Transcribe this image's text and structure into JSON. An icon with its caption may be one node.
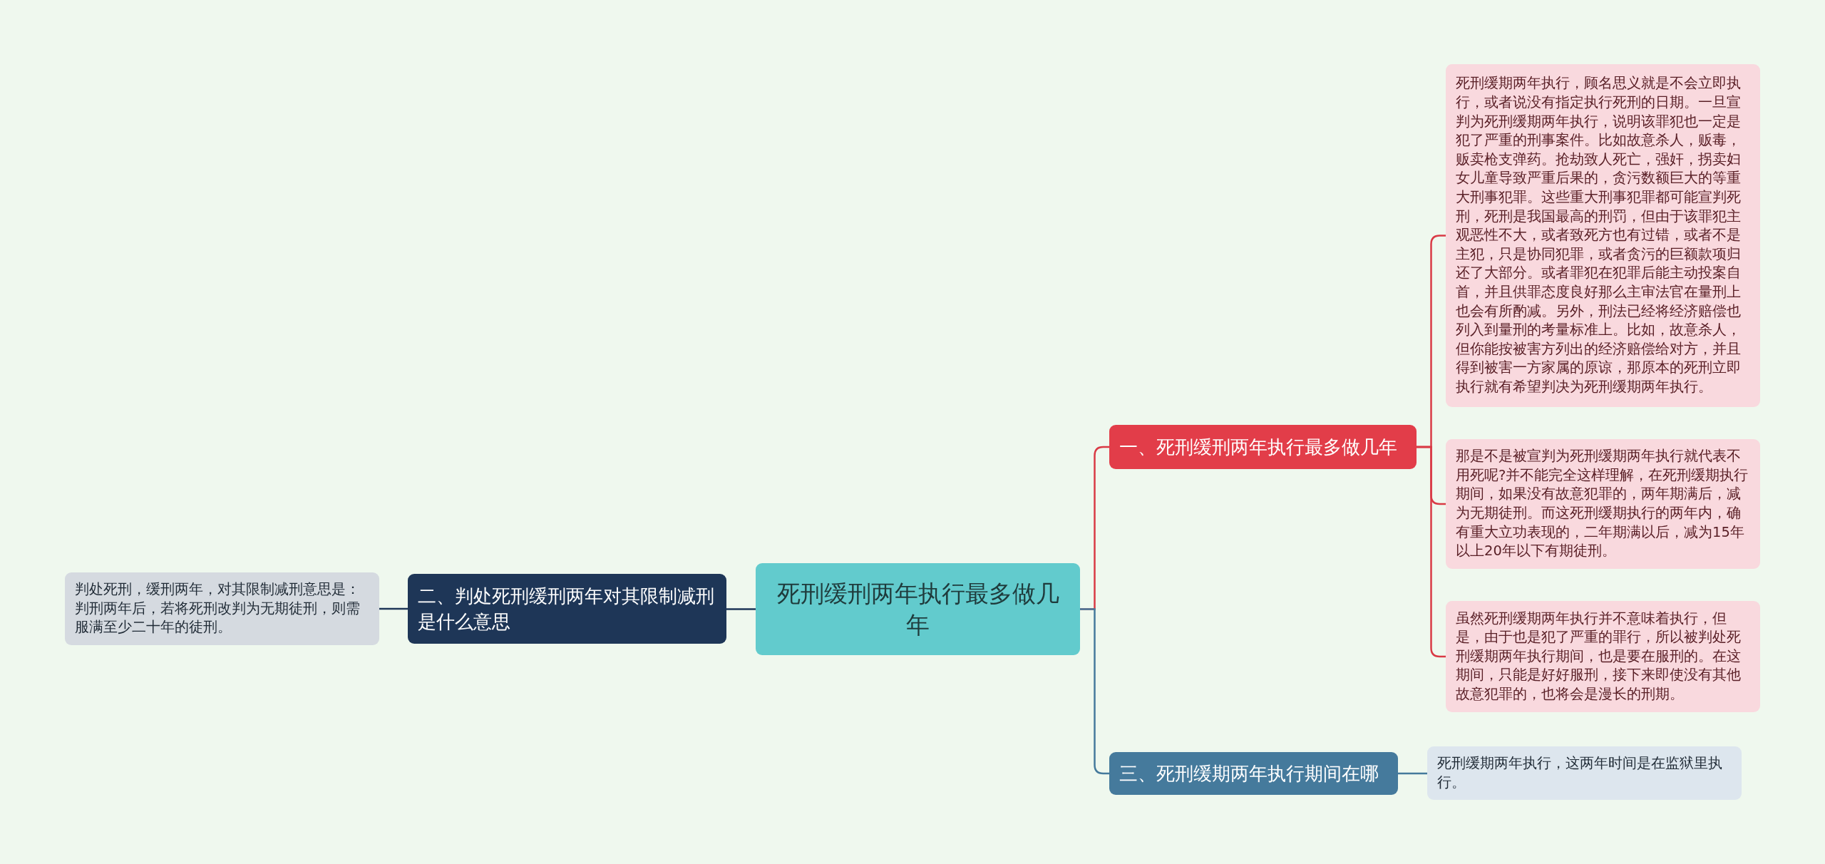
{
  "diagram": {
    "nodes": [
      {
        "text": [
          "死刑缓刑两年执行最多做几年"
        ]
      },
      {
        "text": [
          "一、死刑缓刑两年执行最多做几年"
        ]
      },
      {
        "text": [
          "死刑缓期两年执行，顾名思义就是不会立即执行，或者说没有指定执行死刑的日期。一旦宣判为死刑缓期两年执行，说明该罪犯也一定是犯了严重的刑事案件。比如故意杀人，贩毒，贩卖枪支弹药。抢劫致人死亡，强奸，拐卖妇女儿童导致严重后果的，贪污数额巨大的等重大刑事犯罪。这些重大刑事犯罪都可能宣判死刑，死刑是我国最高的刑罚，但由于该罪犯主观恶性不大，或者致死方也有过错，或者不是主犯，只是协同犯罪，或者贪污的巨额款项归还了大部分。或者罪犯在犯罪后能主动投案自首，并且供罪态度良好那么主审法官在量刑上也会有所酌减。另外，刑法已经将经济赔偿也列入到量刑的考量标准上。比如，故意杀人，但你能按被害方列出的经济赔偿给对方，并且得到被害一方家属的原谅，那原本的死刑立即执行就有希望判决为死刑缓期两年执行。"
        ]
      },
      {
        "text": [
          "那是不是被宣判为死刑缓期两年执行就代表不用死呢?并不能完全这样理解，在死刑缓期执行期间，如果没有故意犯罪的，两年期满后，减为无期徒刑。而这死刑缓期执行的两年内，确有重大立功表现的，二年期满以后，减为15年以上20年以下有期徒刑。"
        ]
      },
      {
        "text": [
          "虽然死刑缓期两年执行并不意味着执行，但是，由于也是犯了严重的罪行，所以被判处死刑缓期两年执行期间，也是要在服刑的。在这期间，只能是好好服刑，接下来即使没有其他故意犯罪的，也将会是漫长的刑期。"
        ]
      },
      {
        "text": [
          "三、死刑缓期两年执行期间在哪"
        ]
      },
      {
        "text": [
          "死刑缓期两年执行，这两年时间是在监狱里执行。"
        ]
      },
      {
        "text": [
          "二、判处死刑缓刑两年对其限制减刑是什么意思"
        ]
      },
      {
        "text": [
          "判处死刑，缓刑两年，对其限制减刑意思是：判刑两年后，若将死刑改判为无期徒刑，则需服满至少二十年的徒刑。"
        ]
      }
    ],
    "edges": [
      {
        "from": 0,
        "to": 1,
        "arrow": "none",
        "color": "#d93a45"
      },
      {
        "from": 1,
        "to": 2,
        "arrow": "none",
        "color": "#d93a45"
      },
      {
        "from": 1,
        "to": 3,
        "arrow": "none",
        "color": "#d93a45"
      },
      {
        "from": 1,
        "to": 4,
        "arrow": "none",
        "color": "#d93a45"
      },
      {
        "from": 0,
        "to": 5,
        "arrow": "none",
        "color": "#457a9c"
      },
      {
        "from": 5,
        "to": 6,
        "arrow": "none",
        "color": "#457a9c"
      },
      {
        "from": 0,
        "to": 7,
        "arrow": "none",
        "color": "#1e3657"
      },
      {
        "from": 7,
        "to": 8,
        "arrow": "none",
        "color": "#1e3657"
      }
    ]
  }
}
